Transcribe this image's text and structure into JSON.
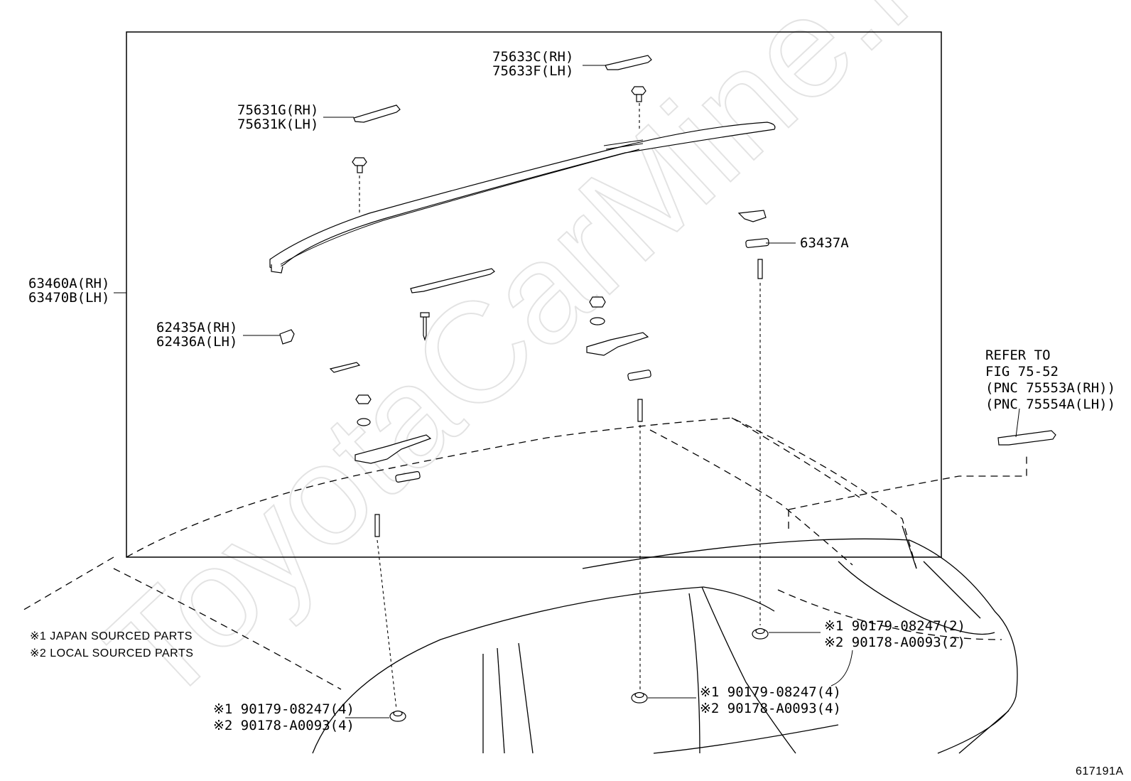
{
  "watermark": "ToyotaCarMine.ru",
  "figure_id": "617191A",
  "callouts": {
    "c75633_rh": "75633C(RH)",
    "c75633_lh": "75633F(LH)",
    "c75631_rh": "75631G(RH)",
    "c75631_lh": "75631K(LH)",
    "c63460_rh": "63460A(RH)",
    "c63470_lh": "63470B(LH)",
    "c62435_rh": "62435A(RH)",
    "c62436_lh": "62436A(LH)",
    "c63437": "63437A"
  },
  "refer": {
    "line1": "REFER TO",
    "line2": "FIG 75-52",
    "line3": "(PNC 75553A(RH))",
    "line4": "(PNC 75554A(LH))"
  },
  "legend": {
    "item1": "※1  JAPAN SOURCED PARTS",
    "item2": "※2  LOCAL SOURCED PARTS"
  },
  "fasteners": {
    "left": {
      "line1": "※1 90179-08247(4)",
      "line2": "※2 90178-A0093(4)"
    },
    "center": {
      "line1": "※1 90179-08247(4)",
      "line2": "※2 90178-A0093(4)"
    },
    "right": {
      "line1": "※1 90179-08247(2)",
      "line2": "※2 90178-A0093(2)"
    }
  }
}
